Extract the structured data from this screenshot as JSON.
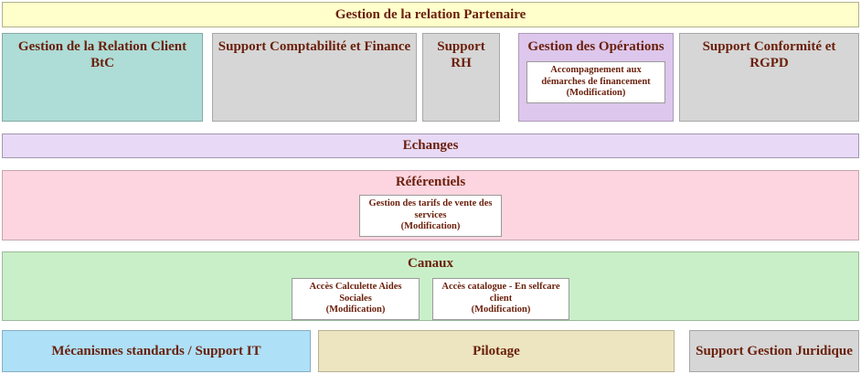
{
  "banner": {
    "label": "Gestion de la relation Partenaire"
  },
  "capabilities": {
    "client_btc": {
      "label": "Gestion de la Relation Client BtC"
    },
    "compta_finance": {
      "label": "Support Comptabilité et Finance"
    },
    "support_rh": {
      "label": "Support RH"
    },
    "operations": {
      "label": "Gestion des Opérations",
      "item": {
        "title": "Accompagnement aux démarches de financement",
        "status": "(Modification)"
      }
    },
    "conformite": {
      "label": "Support Conformité et RGPD"
    }
  },
  "echanges": {
    "label": "Echanges"
  },
  "referentiels": {
    "label": "Référentiels",
    "item": {
      "title": "Gestion des tarifs de vente des services",
      "status": "(Modification)"
    }
  },
  "canaux": {
    "label": "Canaux",
    "items": [
      {
        "title": "Accès Calculette Aides Sociales",
        "status": "(Modification)"
      },
      {
        "title": "Accès catalogue - En selfcare client",
        "status": "(Modification)"
      }
    ]
  },
  "bottom": {
    "support_it": {
      "label": "Mécanismes standards / Support IT"
    },
    "pilotage": {
      "label": "Pilotage"
    },
    "juridique": {
      "label": "Support Gestion Juridique"
    }
  },
  "colors": {
    "text": "#6a1f0a",
    "banner_yellow": "#ffffcb",
    "teal": "#aedcd6",
    "gray": "#d6d6d6",
    "lavender_block": "#ddc7ec",
    "echanges_lilac": "#e8d9f6",
    "referentiels_pink": "#fcd5e0",
    "canaux_green": "#c9efc9",
    "support_it_blue": "#aee0f7",
    "pilotage_beige": "#ece5c0",
    "subbox_white": "#ffffff"
  }
}
